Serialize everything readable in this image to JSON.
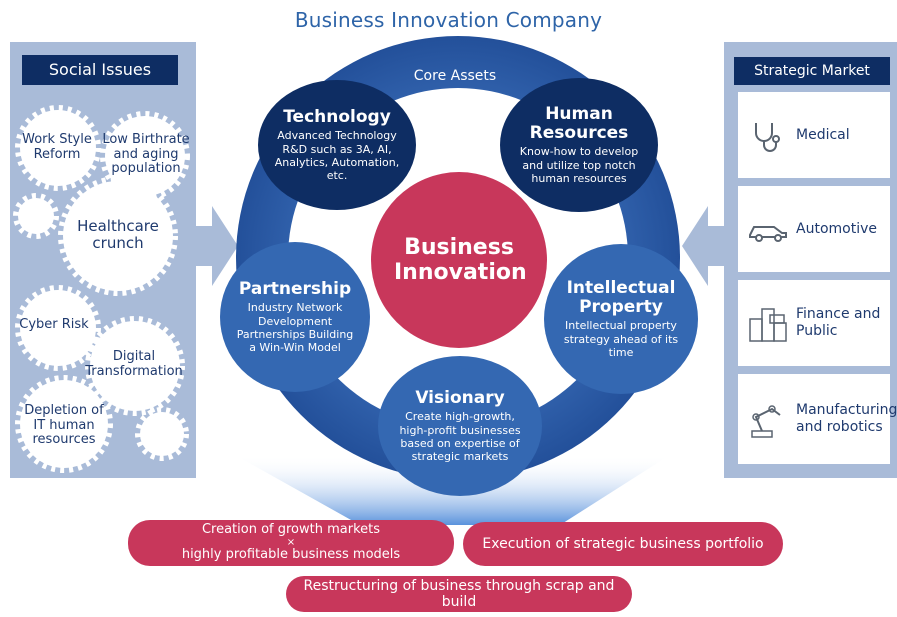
{
  "title": "Business Innovation Company",
  "social_issues": {
    "header": "Social Issues",
    "items": [
      {
        "label": "Work Style Reform"
      },
      {
        "label": "Low Birthrate and aging population"
      },
      {
        "label": "Healthcare crunch"
      },
      {
        "label": "Cyber Risk"
      },
      {
        "label": "Digital Transformation"
      },
      {
        "label": "Depletion of IT human resources"
      }
    ]
  },
  "core_assets_label": "Core Assets",
  "center": {
    "label": "Business Innovation"
  },
  "assets": {
    "technology": {
      "title": "Technology",
      "desc": "Advanced Technology R&D such as 3A, AI, Analytics, Automation, etc."
    },
    "human_resources": {
      "title": "Human Resources",
      "desc": "Know-how to develop and utilize top notch human resources"
    },
    "partnership": {
      "title": "Partnership",
      "desc": "Industry Network Development Partnerships Building a Win-Win Model"
    },
    "intellectual_property": {
      "title": "Intellectual Property",
      "desc": "Intellectual property strategy ahead of its time"
    },
    "visionary": {
      "title": "Visionary",
      "desc": "Create high-growth, high-profit businesses based on expertise of strategic markets"
    }
  },
  "strategic_market": {
    "header": "Strategic Market",
    "items": [
      {
        "label": "Medical",
        "icon": "stethoscope-icon"
      },
      {
        "label": "Automotive",
        "icon": "car-icon"
      },
      {
        "label": "Finance and Public",
        "icon": "buildings-icon"
      },
      {
        "label": "Manufacturing and robotics",
        "icon": "robot-arm-icon"
      }
    ]
  },
  "outcomes": {
    "growth_line1": "Creation of growth markets",
    "growth_times": "×",
    "growth_line2": "highly profitable business models",
    "portfolio": "Execution of strategic business portfolio",
    "restructuring": "Restructuring of business through scrap and build"
  },
  "colors": {
    "dark_navy": "#0e2d63",
    "ring_blue": "#2f5fa8",
    "panel": "#a9bbd8",
    "center_red": "#c8375b",
    "pill_red": "#c8375b",
    "text_blue": "#2e64a8"
  }
}
